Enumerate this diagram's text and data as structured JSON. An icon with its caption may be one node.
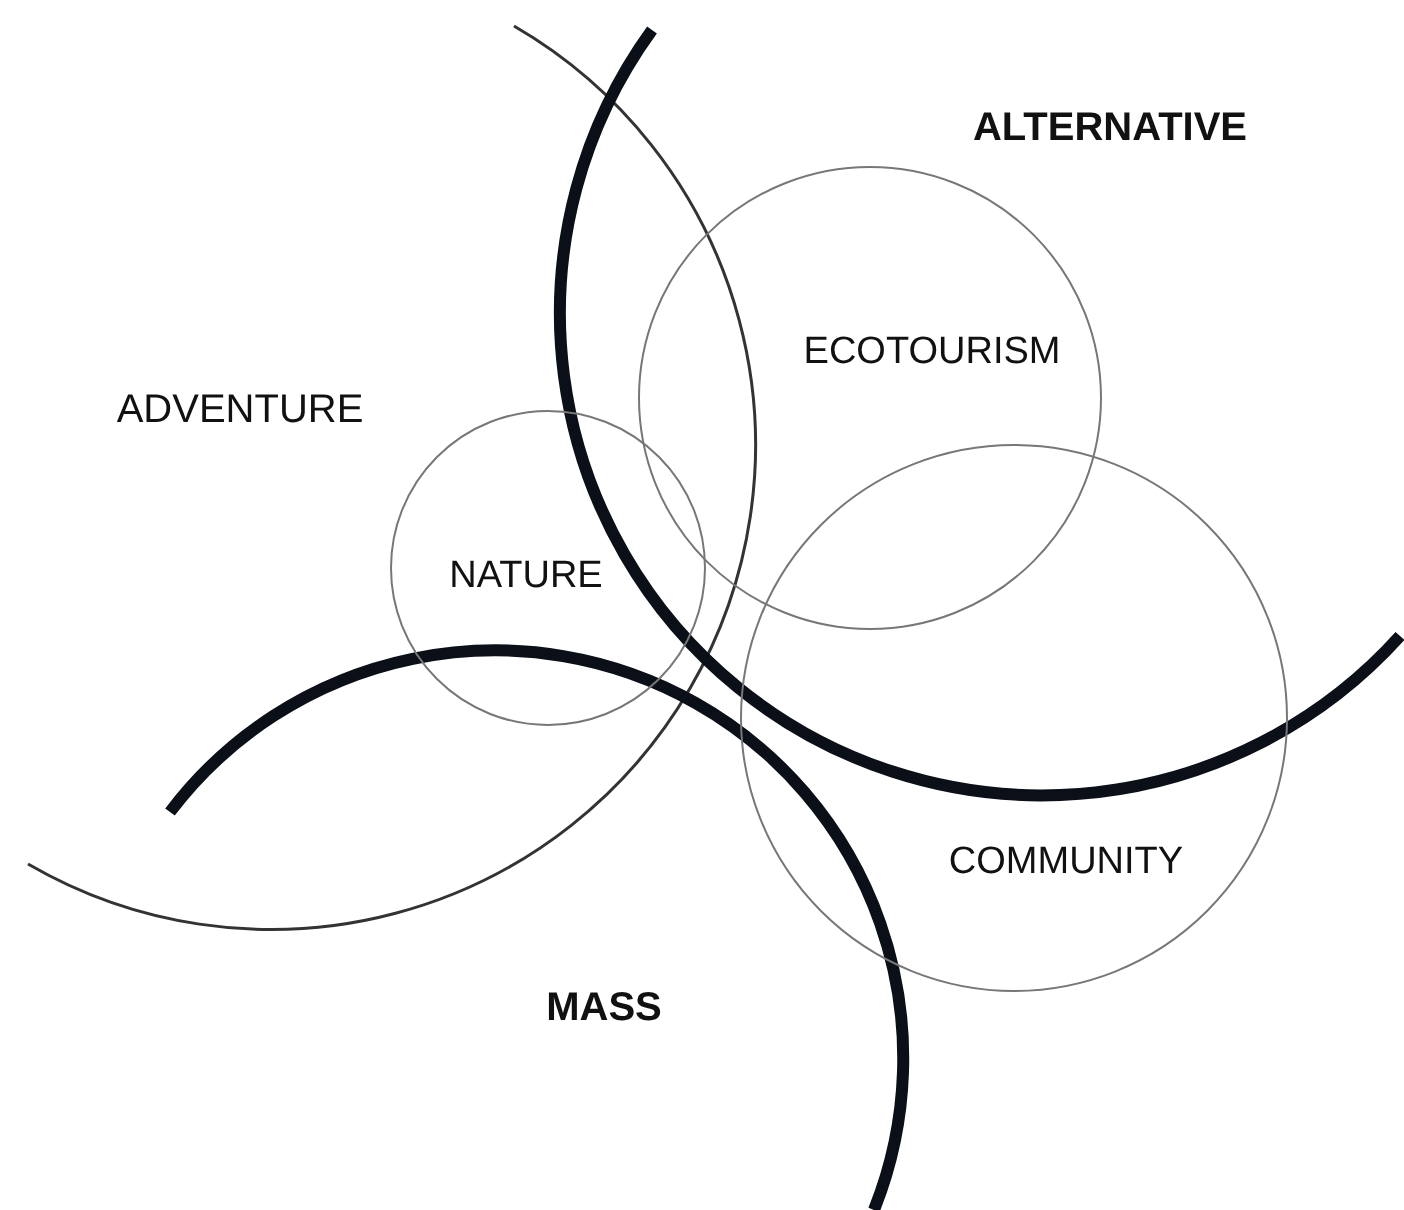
{
  "diagram": {
    "nodes": [
      {
        "text": [
          "ECOTOURISM"
        ]
      },
      {
        "text": [
          "NATURE"
        ]
      },
      {
        "text": [
          "COMMUNITY"
        ]
      }
    ],
    "labels": [
      "ALTERNATIVE",
      "ADVENTURE",
      "MASS"
    ]
  }
}
